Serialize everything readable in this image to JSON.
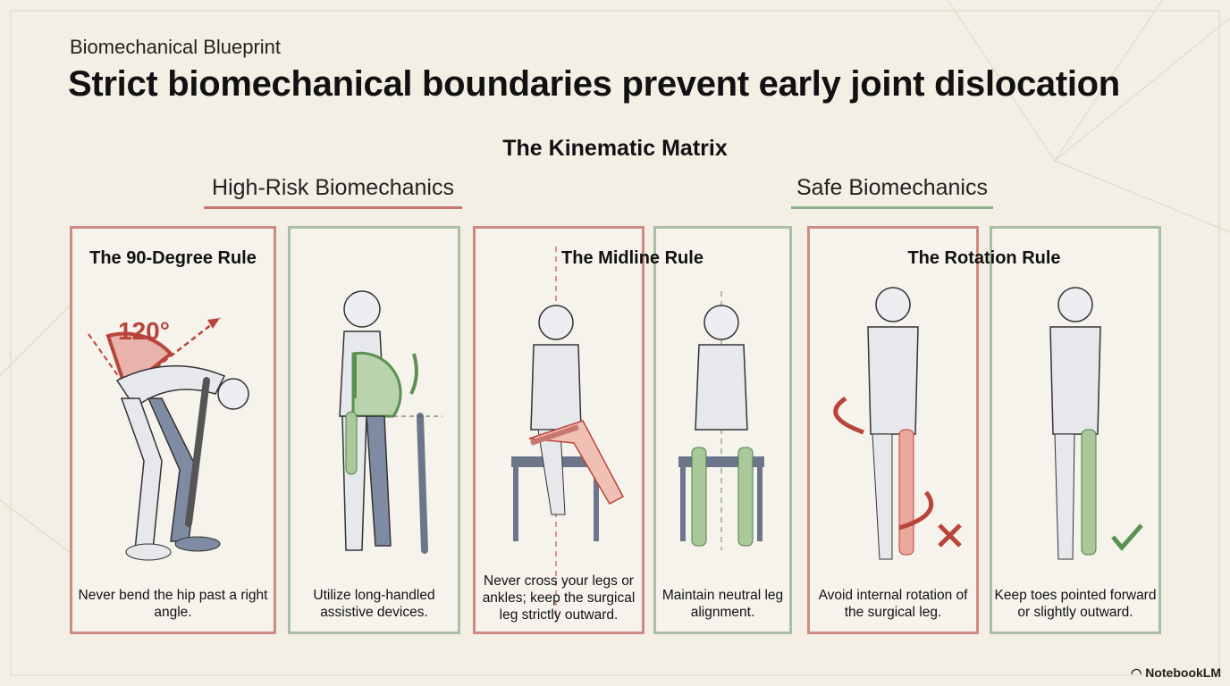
{
  "header": {
    "eyebrow": "Biomechanical Blueprint",
    "title": "Strict biomechanical boundaries prevent early joint dislocation"
  },
  "matrix_title": "The Kinematic Matrix",
  "sections": {
    "high_risk": "High-Risk Biomechanics",
    "safe": "Safe Biomechanics"
  },
  "colors": {
    "risk": "#c8776e",
    "safe": "#8fb08a",
    "background": "#f3efe5"
  },
  "rules": [
    {
      "title": "The 90-Degree Rule",
      "risk_caption": "Never bend the hip past a right angle.",
      "safe_caption": "Utilize long-handled assistive devices.",
      "angle_label": "120°"
    },
    {
      "title": "The Midline Rule",
      "risk_caption": "Never cross your legs or ankles; keep the surgical leg strictly outward.",
      "safe_caption": "Maintain neutral leg alignment."
    },
    {
      "title": "The Rotation Rule",
      "risk_caption": "Avoid internal rotation of the surgical leg.",
      "safe_caption": "Keep toes pointed forward or slightly outward.",
      "risk_icon": "x-mark-icon",
      "safe_icon": "check-mark-icon"
    }
  ],
  "brand": "NotebookLM"
}
